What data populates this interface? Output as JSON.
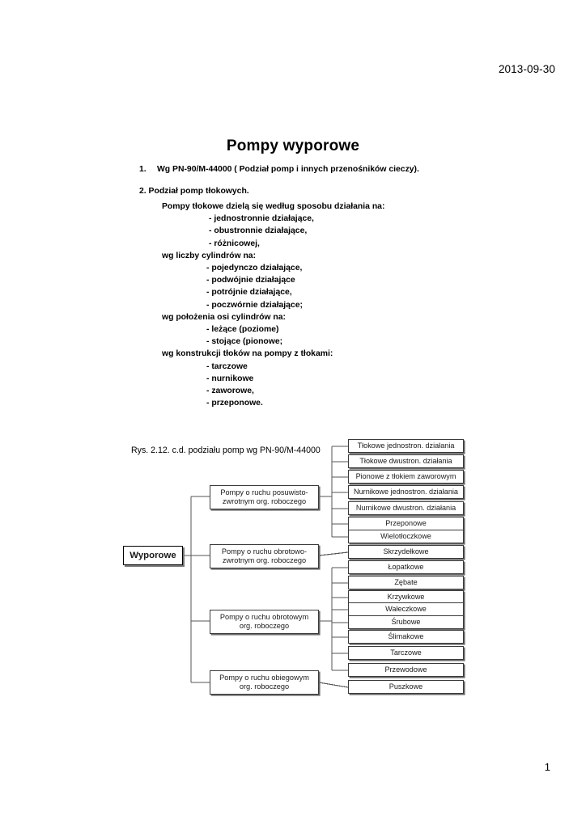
{
  "document": {
    "date": "2013-09-30",
    "title": "Pompy wyporowe",
    "page_number": "1"
  },
  "intro": {
    "item1_number": "1.",
    "item1_text": "Wg PN-90/M-44000 ( Podział pomp i innych przenośników cieczy).",
    "item2_text": "2. Podział pomp tłokowych."
  },
  "body_list": [
    {
      "indent": "head",
      "text": "Pompy tłokowe dzielą się według sposobu działania na:"
    },
    {
      "indent": "sub",
      "text": "- jednostronnie działające,"
    },
    {
      "indent": "sub",
      "text": "- obustronnie działające,"
    },
    {
      "indent": "sub",
      "text": " - różnicowej,"
    },
    {
      "indent": "head2",
      "text": "wg liczby cylindrów na:"
    },
    {
      "indent": "sub2",
      "text": "- pojedynczo działające,"
    },
    {
      "indent": "sub2",
      "text": "- podwójnie działające"
    },
    {
      "indent": "sub2",
      "text": "- potrójnie działające,"
    },
    {
      "indent": "sub2",
      "text": "- poczwórnie działające;"
    },
    {
      "indent": "head2",
      "text": "wg położenia osi cylindrów na:"
    },
    {
      "indent": "sub2",
      "text": "- leżące (poziome)"
    },
    {
      "indent": "sub2",
      "text": "- stojące (pionowe;"
    },
    {
      "indent": "head2",
      "text": "wg konstrukcji tłoków na pompy z tłokami:"
    },
    {
      "indent": "sub2",
      "text": "- tarczowe"
    },
    {
      "indent": "sub2",
      "text": "- nurnikowe"
    },
    {
      "indent": "sub2",
      "text": "- zaworowe,"
    },
    {
      "indent": "sub2",
      "text": "- przeponowe."
    }
  ],
  "figure": {
    "caption": "Rys. 2.12. c.d. podziału pomp wg PN-90/M-44000",
    "root": {
      "label": "Wyporowe"
    },
    "groups": [
      {
        "label": "Pompy o ruchu posuwisto-\nzwrotnym org. roboczego"
      },
      {
        "label": "Pompy o ruchu obrotowo-\nzwrotnym org. roboczego"
      },
      {
        "label": "Pompy o ruchu obrotowym\norg. roboczego"
      },
      {
        "label": "Pompy o ruchu obiegowym\norg.  roboczego"
      }
    ],
    "group_lines": [
      [
        "Pompy o ruchu posuwisto-",
        "zwrotnym org. roboczego"
      ],
      [
        "Pompy o ruchu obrotowo-",
        "zwrotnym org. roboczego"
      ],
      [
        "Pompy o ruchu obrotowym",
        "org. roboczego"
      ],
      [
        "Pompy o ruchu obiegowym",
        "org.  roboczego"
      ]
    ],
    "leaves": [
      "Tłokowe jednostron.  działania",
      "Tłokowe  dwustron. działania",
      "Pionowe z tłokiem zaworowym",
      "Nurnikowe jednostron.  działania",
      "Nurnikowe dwustron. działania",
      "Przeponowe",
      "Wielotłoczkowe",
      "Skrzydełkowe",
      "Łopatkowe",
      "Zębate",
      "Krzywkowe",
      "Wałeczkowe",
      "Śrubowe",
      "Ślimakowe",
      "Tarczowe",
      "Przewodowe",
      "Puszkowe"
    ],
    "colors": {
      "box_border": "#3a3a3a",
      "box_shadow": "#6a6a6a",
      "connector": "#555555",
      "page_background": "#ffffff",
      "text": "#000000"
    }
  }
}
